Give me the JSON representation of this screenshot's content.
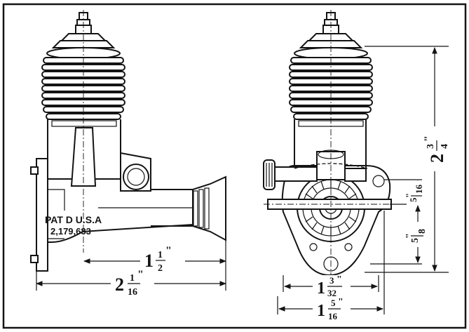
{
  "patent": {
    "line1": "PAT D U.S.A",
    "line2": "2,179,683"
  },
  "dimensions": {
    "exhaust_length": {
      "whole": "1",
      "num": "1",
      "den": "2",
      "mark": "\""
    },
    "overall_length": {
      "whole": "2",
      "num": "1",
      "den": "16",
      "mark": "\""
    },
    "overall_height": {
      "whole": "2",
      "num": "3",
      "den": "4",
      "mark": "\""
    },
    "crankcase_width": {
      "whole": "1",
      "num": "3",
      "den": "32",
      "mark": "\""
    },
    "mount_width": {
      "whole": "1",
      "num": "5",
      "den": "16",
      "mark": "\""
    },
    "shaft_offset_upper": {
      "num": "5",
      "den": "16",
      "mark": "\""
    },
    "shaft_offset_lower": {
      "num": "5",
      "den": "8",
      "mark": "\""
    }
  },
  "colors": {
    "ink": "#141414",
    "paper": "#ffffff"
  }
}
